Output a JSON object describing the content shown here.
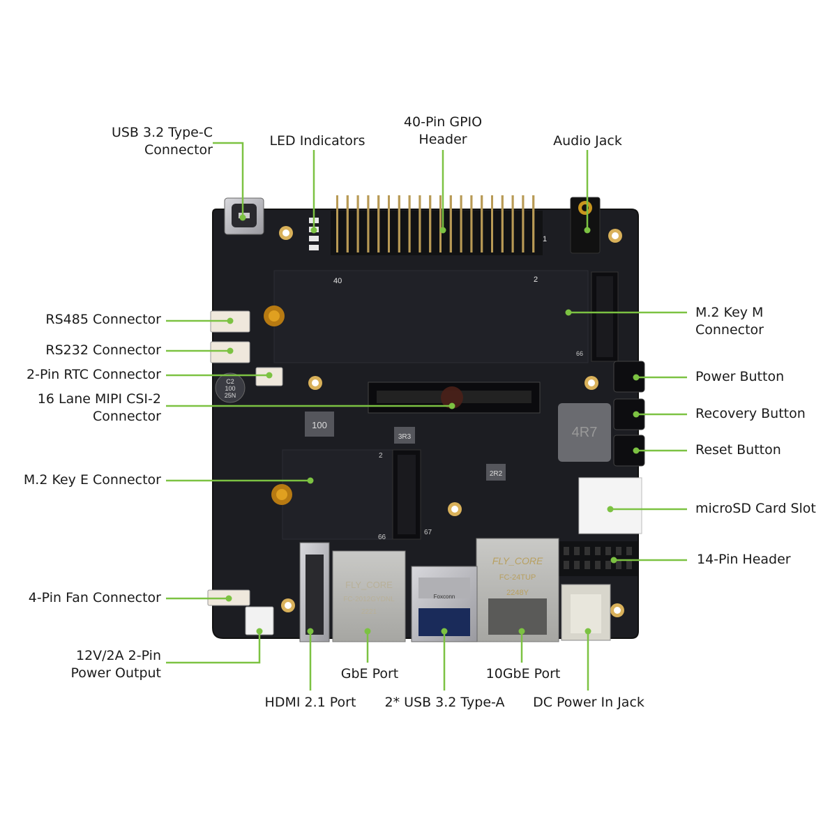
{
  "board_markings": {
    "pin_40": "40",
    "pin_2": "2",
    "pin_1": "1",
    "inductor_100": "100",
    "inductor_3r3": "3R3",
    "inductor_2r2": "2R2",
    "inductor_4r7": "4R7",
    "cap": [
      "C2",
      "100",
      "25N"
    ],
    "m2e_2": "2",
    "m2e_66": "66",
    "m2e_67": "67",
    "m2m_66": "66",
    "eth_brand_a": "FLY_CORE",
    "eth_model_a": "FC-2012GYDNL",
    "eth_year_a": "2221",
    "eth_brand_b": "FLY_CORE",
    "eth_model_b": "FC-24TUP",
    "eth_year_b": "2248Y",
    "usb_brand": "Foxconn"
  },
  "callouts": [
    {
      "id": "usb-type-c-connector",
      "lines": [
        "USB 3.2 Type-C",
        "Connector"
      ]
    },
    {
      "id": "led-indicators",
      "lines": [
        "LED Indicators"
      ]
    },
    {
      "id": "gpio-header-40pin",
      "lines": [
        "40-Pin GPIO",
        "Header"
      ]
    },
    {
      "id": "audio-jack",
      "lines": [
        "Audio Jack"
      ]
    },
    {
      "id": "rs485-connector",
      "lines": [
        "RS485 Connector"
      ]
    },
    {
      "id": "rs232-connector",
      "lines": [
        "RS232 Connector"
      ]
    },
    {
      "id": "rtc-connector-2pin",
      "lines": [
        "2-Pin RTC Connector"
      ]
    },
    {
      "id": "mipi-csi2-connector",
      "lines": [
        "16 Lane MIPI CSI-2",
        "Connector"
      ]
    },
    {
      "id": "m2-key-e-connector",
      "lines": [
        "M.2 Key E Connector"
      ]
    },
    {
      "id": "fan-connector-4pin",
      "lines": [
        "4-Pin Fan Connector"
      ]
    },
    {
      "id": "power-output-2pin",
      "lines": [
        "12V/2A 2-Pin",
        "Power Output"
      ]
    },
    {
      "id": "hdmi-port",
      "lines": [
        "HDMI 2.1 Port"
      ]
    },
    {
      "id": "gbe-port",
      "lines": [
        "GbE Port"
      ]
    },
    {
      "id": "usb-type-a-ports",
      "lines": [
        "2* USB 3.2 Type-A"
      ]
    },
    {
      "id": "10gbe-port",
      "lines": [
        "10GbE Port"
      ]
    },
    {
      "id": "dc-power-jack",
      "lines": [
        "DC Power In Jack"
      ]
    },
    {
      "id": "m2-key-m-connector",
      "lines": [
        "M.2 Key M",
        "Connector"
      ]
    },
    {
      "id": "power-button",
      "lines": [
        "Power Button"
      ]
    },
    {
      "id": "recovery-button",
      "lines": [
        "Recovery Button"
      ]
    },
    {
      "id": "reset-button",
      "lines": [
        "Reset Button"
      ]
    },
    {
      "id": "microsd-card-slot",
      "lines": [
        "microSD Card Slot"
      ]
    },
    {
      "id": "pin-header-14",
      "lines": [
        "14-Pin Header"
      ]
    }
  ],
  "colors": {
    "leader": "#7cc242",
    "board": "#1c1d22",
    "text": "#1a1a1a",
    "gold": "#c8961e",
    "metal": "#b8b8bc"
  }
}
